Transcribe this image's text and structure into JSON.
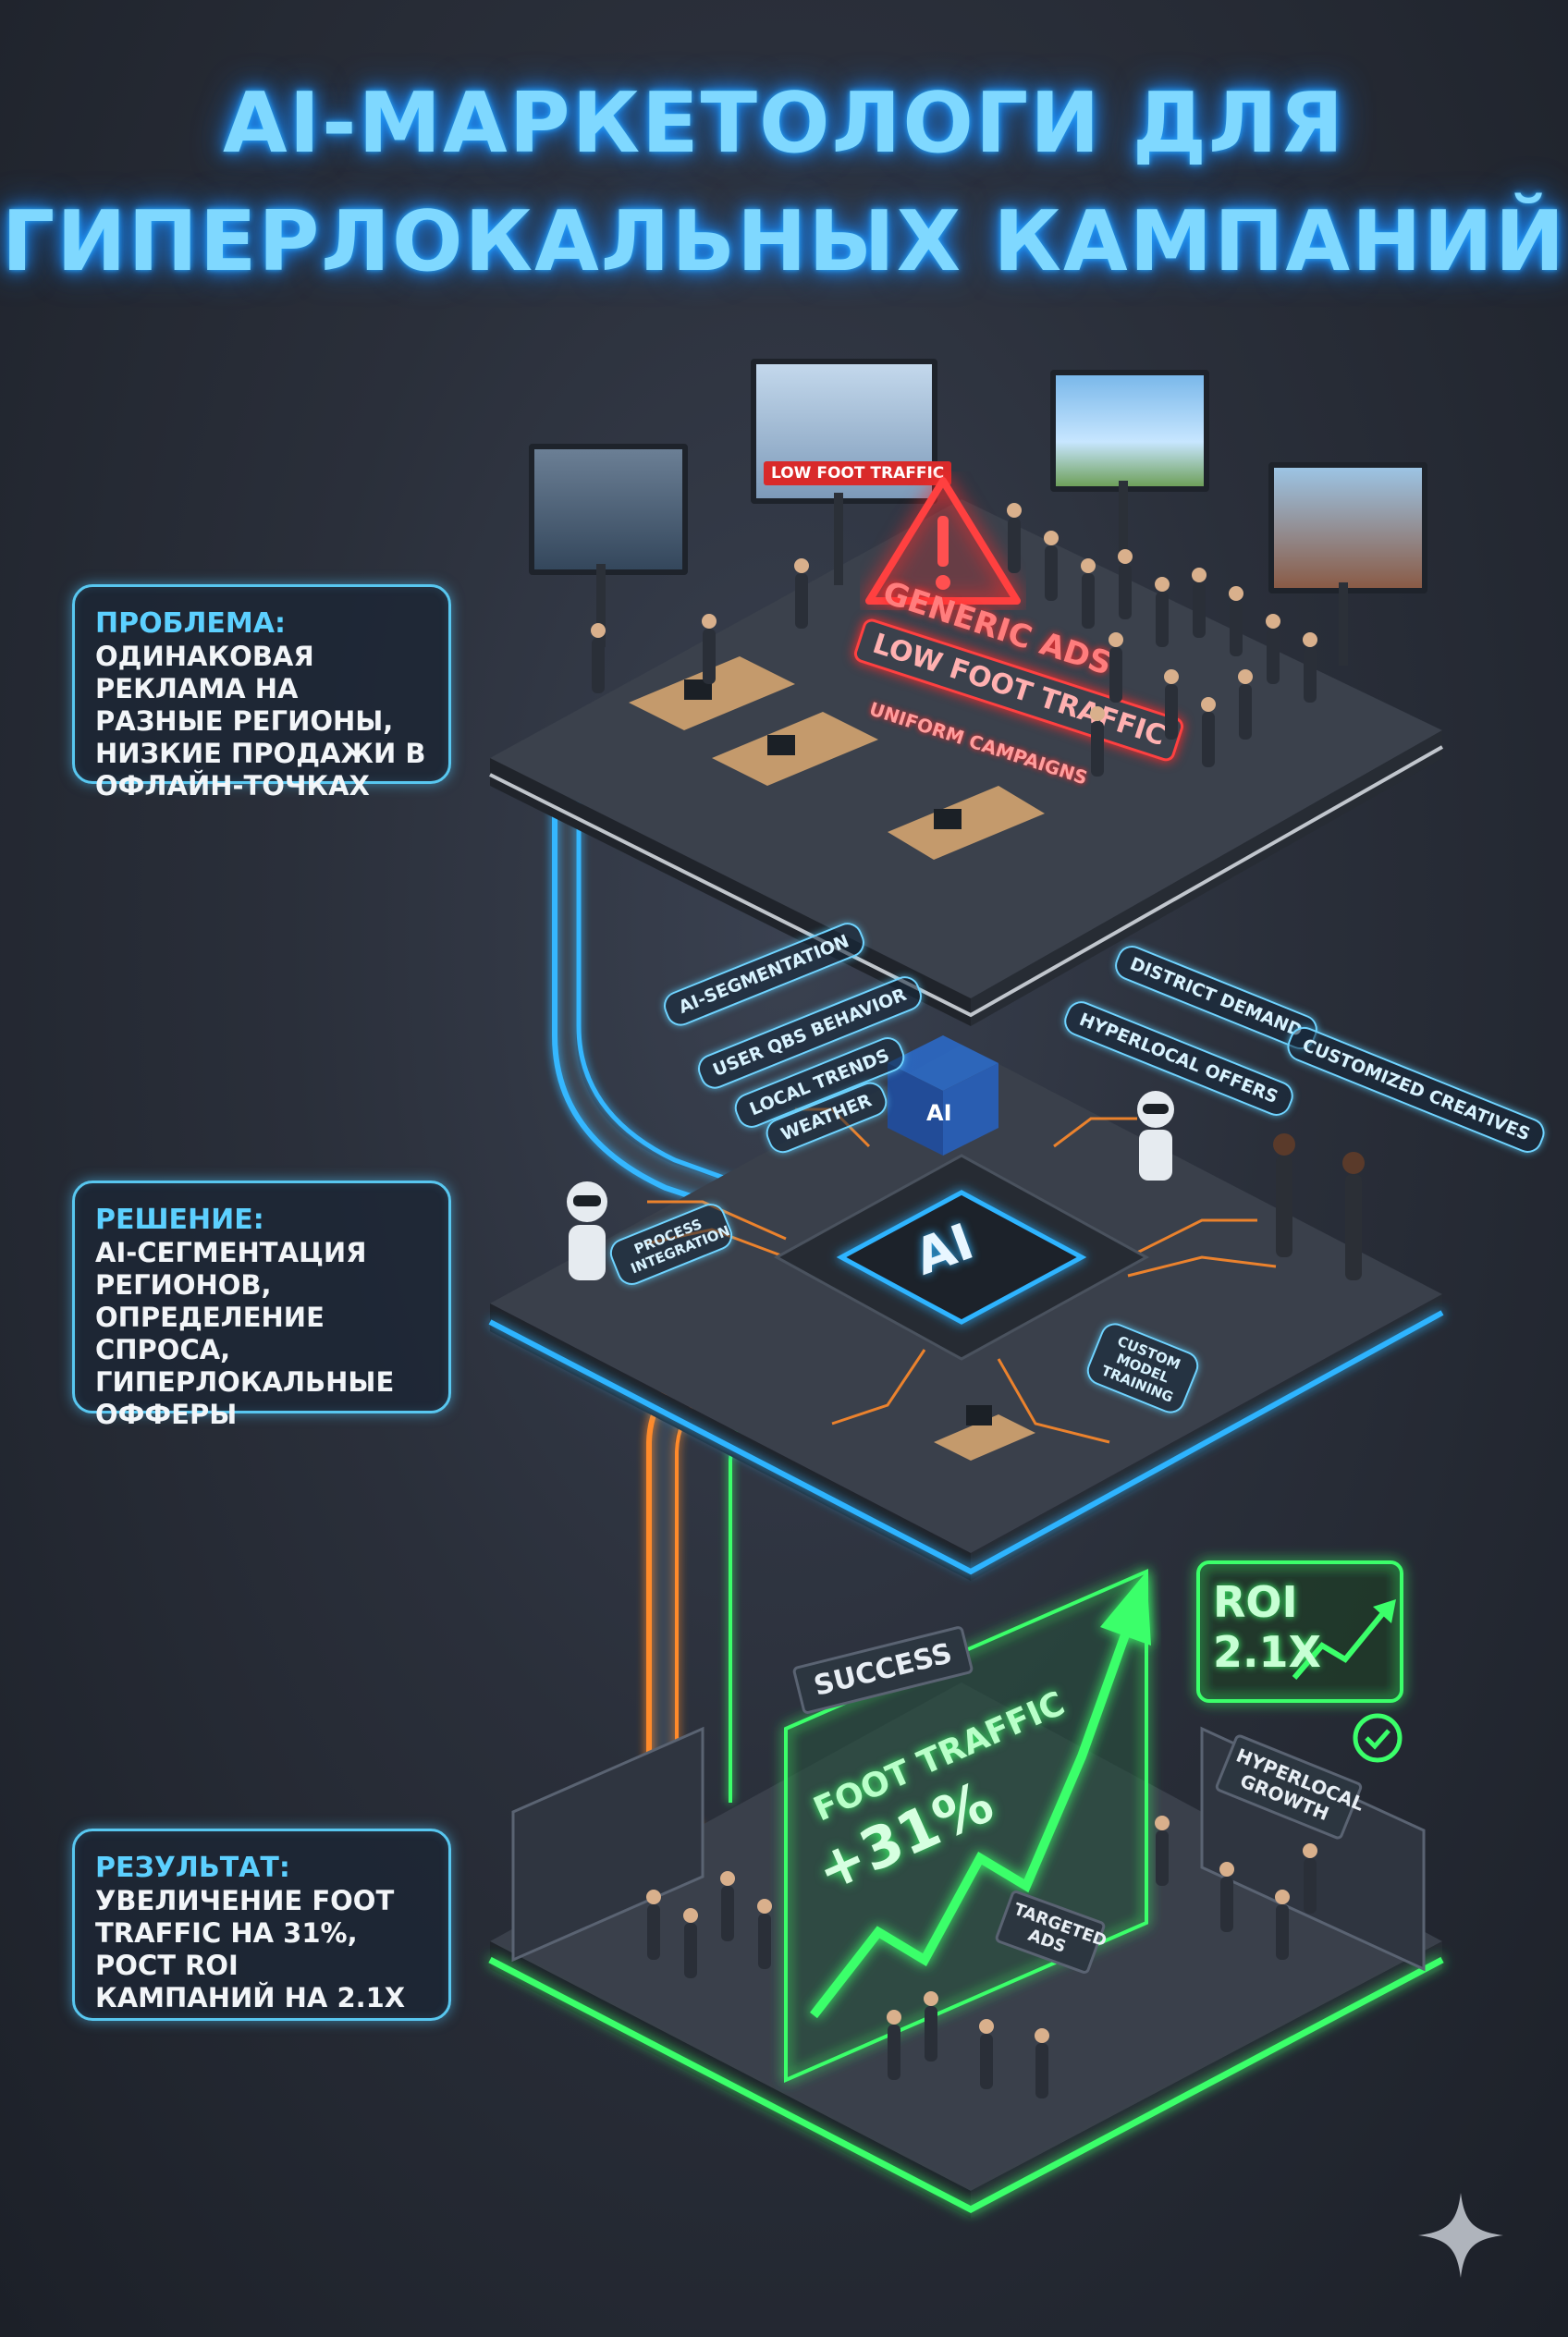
{
  "title": {
    "line1": "AI-маркетологи для",
    "line2": "гиперлокальных кампаний"
  },
  "panels": {
    "problem": {
      "heading": "Проблема:",
      "text": "Одинаковая реклама на разные регионы, низкие продажи в офлайн-точках"
    },
    "solution": {
      "heading": "Решение:",
      "text": "AI-сегментация регионов, определение спроса, гиперлокальные офферы"
    },
    "result": {
      "heading": "Результат:",
      "text": "Увеличение Foot Traffic на 31%, рост ROI кампаний на 2.1x"
    }
  },
  "top_level": {
    "billboard_label": "Low Foot Traffic",
    "warning_lines": [
      "Generic Ads",
      "Low Foot Traffic",
      "Uniform Campaigns"
    ]
  },
  "middle_level": {
    "chip_label": "AI",
    "cube_label": "AI",
    "left_tags": [
      "AI-Segmentation",
      "User QBS Behavior",
      "Local Trends",
      "Weather"
    ],
    "right_tags": [
      "District Demand",
      "Hyperlocal Offers",
      "Customized Creatives"
    ],
    "process_label": "Process Integration",
    "model_label": "Custom Model Training"
  },
  "bottom_level": {
    "success_label": "Success",
    "foot_traffic_label": "Foot Traffic",
    "foot_traffic_value": "+31%",
    "roi_label": "ROI",
    "roi_value": "2.1x",
    "hyperlocal_label": "Hyperlocal Growth",
    "targeted_label": "Targeted Ads"
  },
  "colors": {
    "title_glow": "#1e90ff",
    "panel_border": "#58c7f0",
    "alert_red": "#ff3b3b",
    "neon_blue": "#2fb4ff",
    "neon_green": "#3bff6a",
    "neon_orange": "#ff8a2a"
  },
  "icons": {
    "warning": "warning-triangle-icon",
    "sparkle": "sparkle-icon",
    "checkmark": "check-circle-icon"
  }
}
